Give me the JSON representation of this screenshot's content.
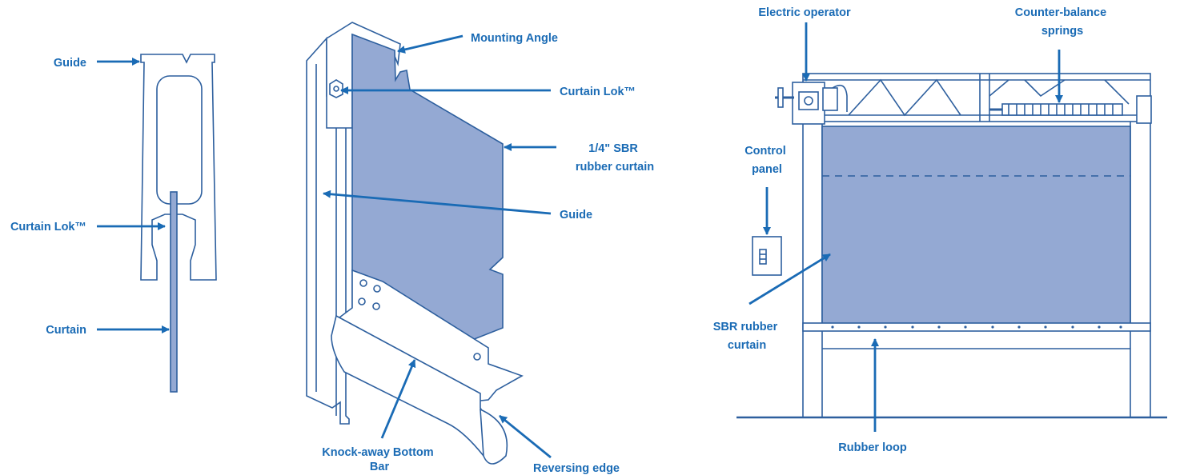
{
  "colors": {
    "accent": "#1a6bb5",
    "line": "#2d5f9e",
    "curtain_fill": "#94a9d3"
  },
  "labels": {
    "guide_left": "Guide",
    "curtain_lok_left": "Curtain Lok™",
    "curtain_left": "Curtain",
    "mounting_angle": "Mounting Angle",
    "curtain_lok_mid": "Curtain Lok™",
    "sbr_curtain_quarter": [
      "1/4\" SBR",
      "rubber curtain"
    ],
    "guide_mid": "Guide",
    "knockaway_bottom_bar": [
      "Knock-away Bottom",
      "Bar"
    ],
    "reversing_edge": "Reversing edge",
    "electric_operator": "Electric operator",
    "counter_balance_springs": [
      "Counter-balance",
      "springs"
    ],
    "control_panel": [
      "Control",
      "panel"
    ],
    "sbr_rubber_curtain": [
      "SBR rubber",
      "curtain"
    ],
    "rubber_loop": "Rubber loop"
  }
}
